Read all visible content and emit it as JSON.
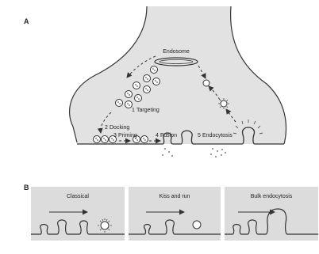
{
  "panel_a": {
    "letter": "A",
    "organelle": "Endosome",
    "steps": [
      {
        "number": "1",
        "label": "Targeting"
      },
      {
        "number": "2",
        "label": "Docking"
      },
      {
        "number": "3",
        "label": "Priming"
      },
      {
        "number": "4",
        "label": "Fusion"
      },
      {
        "number": "5",
        "label": "Endocytosis"
      }
    ]
  },
  "panel_b": {
    "letter": "B",
    "modes": [
      "Classical",
      "Kiss and run",
      "Bulk endocytosis"
    ]
  },
  "colors": {
    "background": "#ffffff",
    "terminal_fill": "#e2e2e2",
    "panel_fill": "#dcdcdc",
    "line": "#333333"
  }
}
